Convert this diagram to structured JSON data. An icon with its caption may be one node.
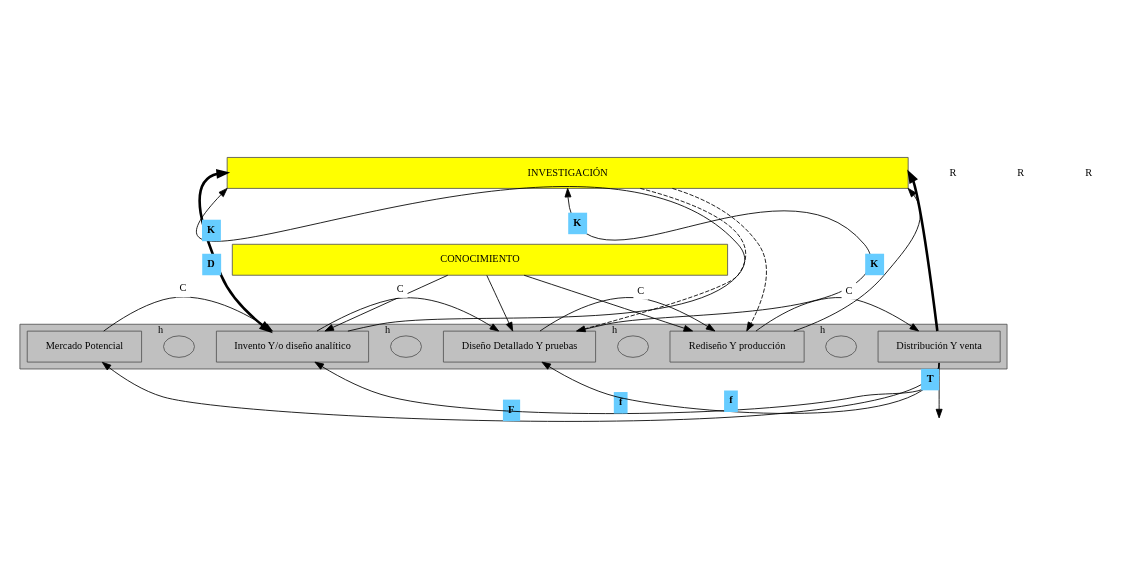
{
  "diagram": {
    "nodes": [
      {
        "text": [
          "INVESTIGACIÓN"
        ]
      },
      {
        "text": [
          "CONOCIMIENTO"
        ]
      },
      {
        "text": [],
        "shape": "box"
      },
      {
        "text": [
          "Mercado Potencial"
        ],
        "in": 2
      },
      {
        "text": [
          "Invento Y/o diseño analítico"
        ],
        "in": 2
      },
      {
        "text": [
          "Diseño Detallado Y pruebas"
        ],
        "in": 2
      },
      {
        "text": [
          "Rediseño Y producción"
        ],
        "in": 2
      },
      {
        "text": [
          "Distribución Y venta"
        ],
        "in": 2
      },
      {
        "text": [],
        "shape": "ellipse",
        "beside": [
          "h"
        ],
        "in": 2
      },
      {
        "text": [],
        "shape": "ellipse",
        "beside": [
          "h"
        ],
        "in": 2
      },
      {
        "text": [],
        "shape": "ellipse",
        "beside": [
          "h"
        ],
        "in": 2
      },
      {
        "text": [],
        "shape": "ellipse",
        "beside": [
          "h"
        ],
        "in": 2
      }
    ],
    "edges": [
      {
        "from": 0,
        "to": 4,
        "arrow": "both",
        "style": "thick",
        "label": "D"
      },
      {
        "from": 3,
        "to": 4,
        "arrow": "to",
        "label": "C"
      },
      {
        "from": 4,
        "to": 5,
        "arrow": "to",
        "label": "C"
      },
      {
        "from": 5,
        "to": 6,
        "arrow": "to",
        "label": "C"
      },
      {
        "from": 6,
        "to": 7,
        "arrow": "to",
        "label": "C"
      },
      {
        "from": 4,
        "to": 0,
        "arrow": "to",
        "label": "K"
      },
      {
        "from": 1,
        "to": 4,
        "arrow": "to"
      },
      {
        "from": 5,
        "to": 0,
        "arrow": "to",
        "label": "K"
      },
      {
        "from": 1,
        "to": 5,
        "arrow": "to"
      },
      {
        "from": 0,
        "to": 5,
        "arrow": "to",
        "style": "dashed"
      },
      {
        "from": 6,
        "to": 0,
        "arrow": "to",
        "label": "K"
      },
      {
        "from": 1,
        "to": 6,
        "arrow": "to"
      },
      {
        "from": 0,
        "to": 6,
        "arrow": "to",
        "style": "dashed"
      },
      {
        "from": 7,
        "to": 0,
        "arrow": "to",
        "style": "thick"
      },
      {
        "from": 7,
        "to": 5,
        "arrow": "to",
        "label": "f"
      },
      {
        "from": 7,
        "to": 4,
        "arrow": "to",
        "label": "f"
      },
      {
        "from": 7,
        "to": 3,
        "arrow": "to",
        "label": "F"
      },
      {
        "from": 7,
        "to": null,
        "arrow": "to",
        "label": "T"
      }
    ],
    "labels": [
      "R",
      "R",
      "R"
    ]
  }
}
